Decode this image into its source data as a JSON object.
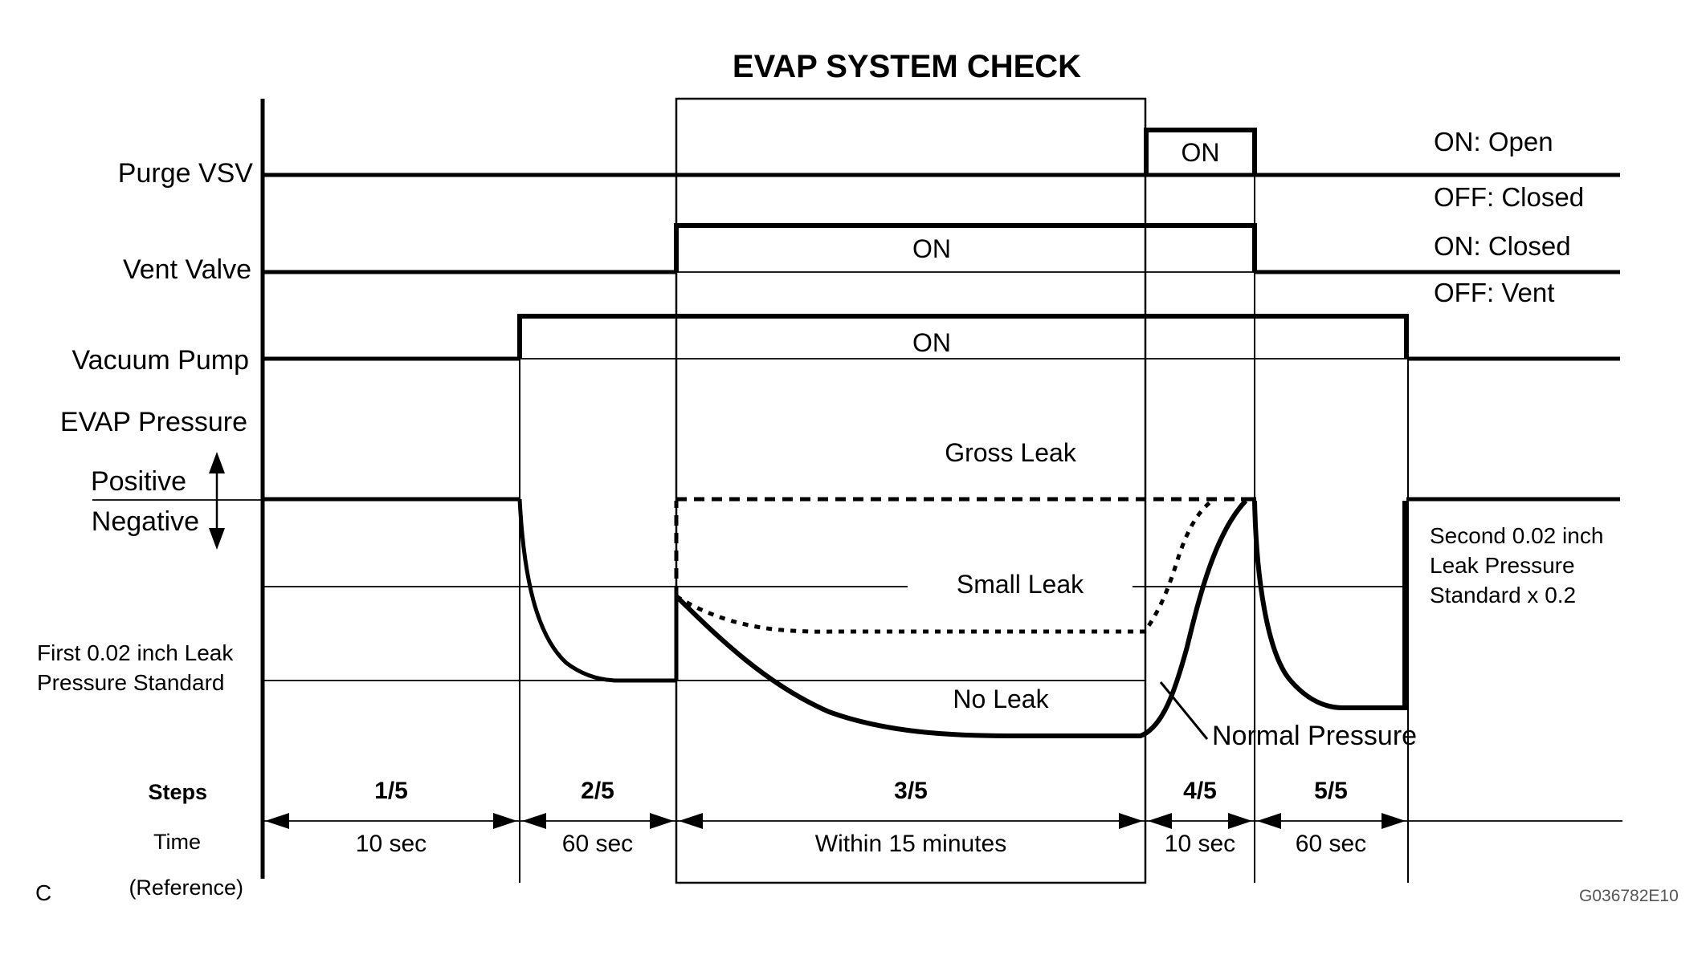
{
  "title": "EVAP SYSTEM CHECK",
  "signals": {
    "purge_vsv": {
      "label": "Purge VSV",
      "on_label": "ON",
      "legend_on": "ON: Open",
      "legend_off": "OFF: Closed"
    },
    "vent_valve": {
      "label": "Vent Valve",
      "on_label": "ON",
      "legend_on": "ON: Closed",
      "legend_off": "OFF: Vent"
    },
    "vacuum_pump": {
      "label": "Vacuum Pump",
      "on_label": "ON"
    }
  },
  "pressure": {
    "label": "EVAP Pressure",
    "positive": "Positive",
    "negative": "Negative",
    "curves": {
      "gross": "Gross Leak",
      "small": "Small Leak",
      "none": "No Leak",
      "normal": "Normal Pressure"
    },
    "first_standard_line1": "First 0.02 inch Leak",
    "first_standard_line2": "Pressure Standard",
    "second_standard_line1": "Second 0.02 inch",
    "second_standard_line2": "Leak Pressure",
    "second_standard_line3": "Standard x 0.2"
  },
  "timeline": {
    "steps_label": "Steps",
    "time_label": "Time",
    "reference_label": "(Reference)",
    "steps": [
      {
        "step": "1/5",
        "time": "10 sec"
      },
      {
        "step": "2/5",
        "time": "60 sec"
      },
      {
        "step": "3/5",
        "time": "Within 15 minutes"
      },
      {
        "step": "4/5",
        "time": "10 sec"
      },
      {
        "step": "5/5",
        "time": "60 sec"
      }
    ]
  },
  "footer": {
    "page_marker": "C",
    "figure_code": "G036782E10"
  },
  "colors": {
    "ink": "#000000",
    "background": "#ffffff"
  }
}
